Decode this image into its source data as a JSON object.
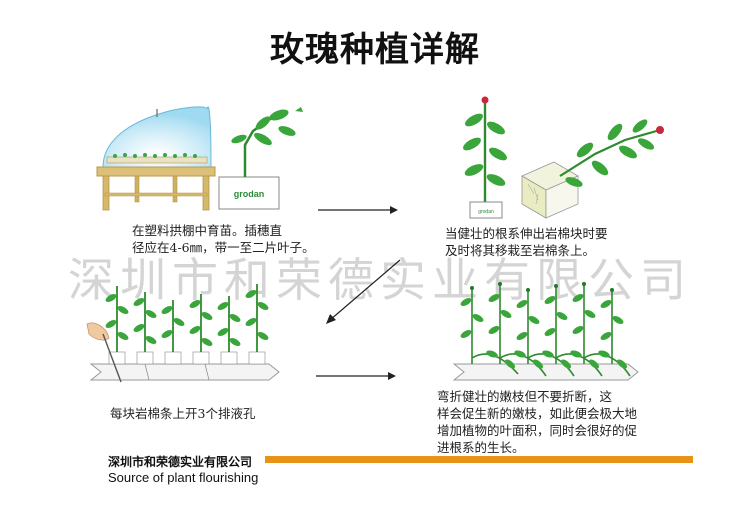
{
  "title": "玫瑰种植详解",
  "watermark": "深圳市和荣德实业有限公司",
  "steps": [
    {
      "lines": [
        "在塑料拱棚中育苗。插穗直",
        "径应在4-6㎜，带一至二片叶子。"
      ]
    },
    {
      "lines": [
        "当健壮的根系伸出岩棉块时要",
        "及时将其移栽至岩棉条上。"
      ]
    },
    {
      "lines": [
        "每块岩棉条上开3个排液孔"
      ]
    },
    {
      "lines": [
        "弯折健壮的嫩枝但不要折断，这",
        "样会促生新的嫩枝，如此便会极大地",
        "增加植物的叶面积，同时会很好的促",
        "进根系的生长。"
      ]
    }
  ],
  "cube_label": "grodan",
  "footer": {
    "company": "深圳市和荣德实业有限公司",
    "source": "Source of plant flourishing"
  },
  "colors": {
    "leaf": "#3aa53a",
    "leaf_dark": "#1f7a2a",
    "stem": "#2f8a2f",
    "table": "#dcc07a",
    "table_dark": "#b8974a",
    "dome": "#9fdcf0",
    "rose": "#c8283a",
    "footer_bar": "#e69418",
    "arrow": "#222222"
  }
}
